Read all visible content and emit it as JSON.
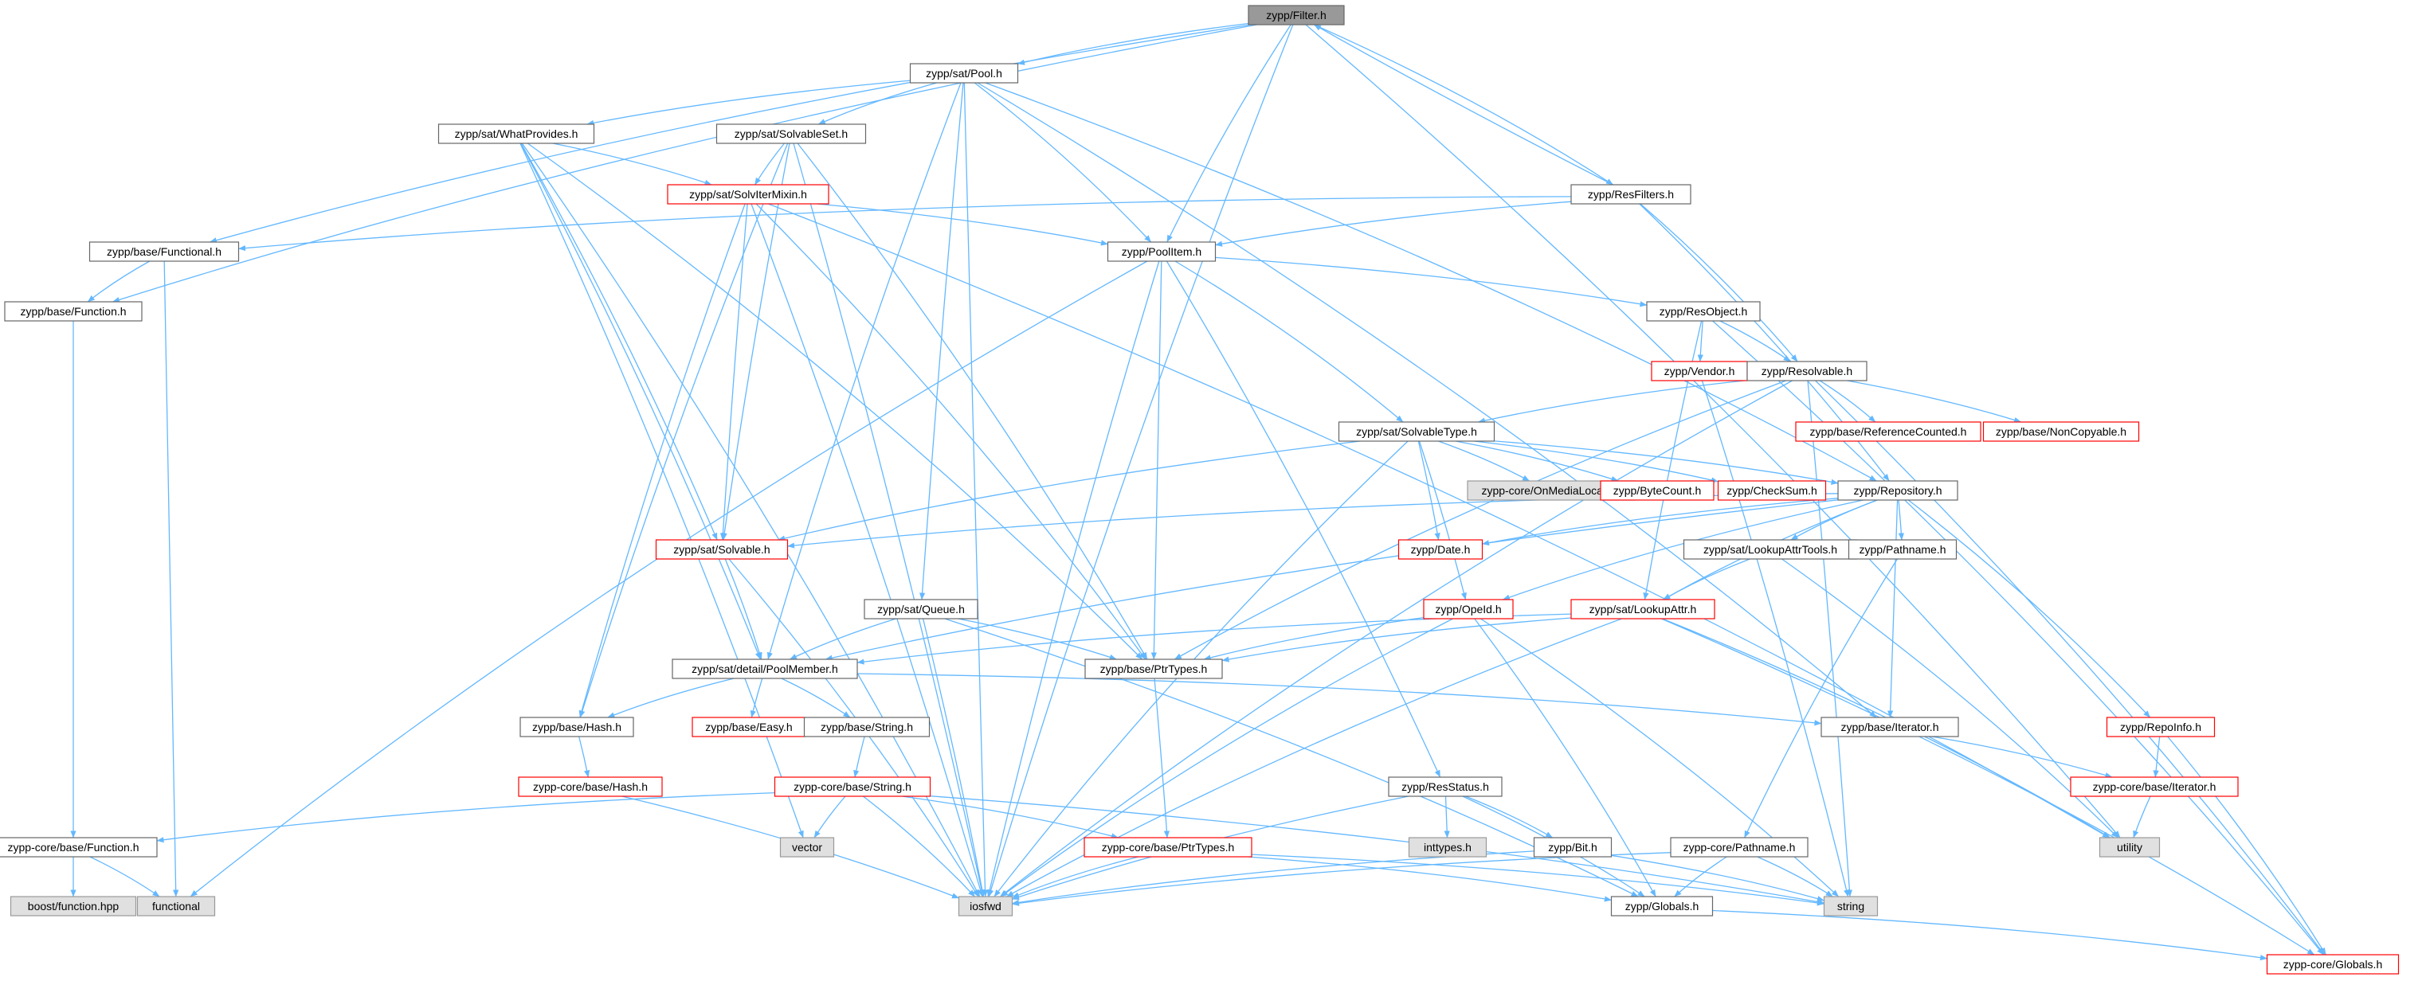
{
  "colors": {
    "edge": "#63b8ff",
    "border_normal": "#666666",
    "border_missing": "#ff0000",
    "fill_normal": "#ffffff",
    "fill_focus": "#999999",
    "fill_external": "#e0e0e0",
    "border_external": "#999999",
    "text": "#000000"
  },
  "nodes": [
    {
      "id": "filter",
      "label": "zypp/Filter.h",
      "kind": "focus"
    },
    {
      "id": "pool",
      "label": "zypp/sat/Pool.h",
      "kind": "normal"
    },
    {
      "id": "whatprov",
      "label": "zypp/sat/WhatProvides.h",
      "kind": "normal"
    },
    {
      "id": "solvset",
      "label": "zypp/sat/SolvableSet.h",
      "kind": "normal"
    },
    {
      "id": "soliter",
      "label": "zypp/sat/SolvIterMixin.h",
      "kind": "missing"
    },
    {
      "id": "resfilters",
      "label": "zypp/ResFilters.h",
      "kind": "normal"
    },
    {
      "id": "functional",
      "label": "zypp/base/Functional.h",
      "kind": "normal"
    },
    {
      "id": "poolitem",
      "label": "zypp/PoolItem.h",
      "kind": "normal"
    },
    {
      "id": "function",
      "label": "zypp/base/Function.h",
      "kind": "normal"
    },
    {
      "id": "resobject",
      "label": "zypp/ResObject.h",
      "kind": "normal"
    },
    {
      "id": "vendor",
      "label": "zypp/Vendor.h",
      "kind": "missing"
    },
    {
      "id": "resolvable",
      "label": "zypp/Resolvable.h",
      "kind": "normal"
    },
    {
      "id": "solvtype",
      "label": "zypp/sat/SolvableType.h",
      "kind": "normal"
    },
    {
      "id": "refcount",
      "label": "zypp/base/ReferenceCounted.h",
      "kind": "missing"
    },
    {
      "id": "noncopy",
      "label": "zypp/base/NonCopyable.h",
      "kind": "missing"
    },
    {
      "id": "onmedia",
      "label": "zypp-core/OnMediaLocation",
      "kind": "external"
    },
    {
      "id": "bytecount",
      "label": "zypp/ByteCount.h",
      "kind": "missing"
    },
    {
      "id": "checksum",
      "label": "zypp/CheckSum.h",
      "kind": "missing"
    },
    {
      "id": "repository",
      "label": "zypp/Repository.h",
      "kind": "normal"
    },
    {
      "id": "solvable",
      "label": "zypp/sat/Solvable.h",
      "kind": "missing"
    },
    {
      "id": "date",
      "label": "zypp/Date.h",
      "kind": "missing"
    },
    {
      "id": "lookuptools",
      "label": "zypp/sat/LookupAttrTools.h",
      "kind": "normal"
    },
    {
      "id": "pathname",
      "label": "zypp/Pathname.h",
      "kind": "normal"
    },
    {
      "id": "queue",
      "label": "zypp/sat/Queue.h",
      "kind": "normal"
    },
    {
      "id": "opeid",
      "label": "zypp/OpeId.h",
      "kind": "missing"
    },
    {
      "id": "lookupattr",
      "label": "zypp/sat/LookupAttr.h",
      "kind": "missing"
    },
    {
      "id": "poolmember",
      "label": "zypp/sat/detail/PoolMember.h",
      "kind": "normal"
    },
    {
      "id": "ptrtypes",
      "label": "zypp/base/PtrTypes.h",
      "kind": "normal"
    },
    {
      "id": "hash",
      "label": "zypp/base/Hash.h",
      "kind": "normal"
    },
    {
      "id": "easy",
      "label": "zypp/base/Easy.h",
      "kind": "missing"
    },
    {
      "id": "string",
      "label": "zypp/base/String.h",
      "kind": "normal"
    },
    {
      "id": "iterator",
      "label": "zypp/base/Iterator.h",
      "kind": "normal"
    },
    {
      "id": "repoinfo",
      "label": "zypp/RepoInfo.h",
      "kind": "missing"
    },
    {
      "id": "corehash",
      "label": "zypp-core/base/Hash.h",
      "kind": "missing"
    },
    {
      "id": "corestring",
      "label": "zypp-core/base/String.h",
      "kind": "missing"
    },
    {
      "id": "resstatus",
      "label": "zypp/ResStatus.h",
      "kind": "normal"
    },
    {
      "id": "coreiter",
      "label": "zypp-core/base/Iterator.h",
      "kind": "missing"
    },
    {
      "id": "corefunc",
      "label": "zypp-core/base/Function.h",
      "kind": "normal"
    },
    {
      "id": "vector",
      "label": "vector",
      "kind": "external"
    },
    {
      "id": "inttypes",
      "label": "inttypes.h",
      "kind": "external"
    },
    {
      "id": "utility",
      "label": "utility",
      "kind": "external"
    },
    {
      "id": "coreptr",
      "label": "zypp-core/base/PtrTypes.h",
      "kind": "missing"
    },
    {
      "id": "bit",
      "label": "zypp/Bit.h",
      "kind": "normal"
    },
    {
      "id": "corepath",
      "label": "zypp-core/Pathname.h",
      "kind": "normal"
    },
    {
      "id": "boostfunc",
      "label": "boost/function.hpp",
      "kind": "external"
    },
    {
      "id": "functionalstd",
      "label": "functional",
      "kind": "external"
    },
    {
      "id": "iosfwd",
      "label": "iosfwd",
      "kind": "external"
    },
    {
      "id": "stringstd",
      "label": "string",
      "kind": "external"
    },
    {
      "id": "globals",
      "label": "zypp/Globals.h",
      "kind": "normal"
    },
    {
      "id": "coreglobals",
      "label": "zypp-core/Globals.h",
      "kind": "missing"
    }
  ],
  "edges": [
    [
      "filter",
      "pool"
    ],
    [
      "filter",
      "resfilters"
    ],
    [
      "filter",
      "poolitem"
    ],
    [
      "filter",
      "functional"
    ],
    [
      "filter",
      "function"
    ],
    [
      "filter",
      "iosfwd"
    ],
    [
      "filter",
      "utility"
    ],
    [
      "pool",
      "whatprov"
    ],
    [
      "pool",
      "solvset"
    ],
    [
      "pool",
      "queue"
    ],
    [
      "pool",
      "poolmember"
    ],
    [
      "pool",
      "repository"
    ],
    [
      "pool",
      "iosfwd"
    ],
    [
      "pool",
      "poolitem"
    ],
    [
      "pool",
      "iterator"
    ],
    [
      "whatprov",
      "soliter"
    ],
    [
      "whatprov",
      "solvable"
    ],
    [
      "whatprov",
      "poolmember"
    ],
    [
      "whatprov",
      "ptrtypes"
    ],
    [
      "whatprov",
      "iosfwd"
    ],
    [
      "whatprov",
      "vector"
    ],
    [
      "solvset",
      "soliter"
    ],
    [
      "solvset",
      "solvable"
    ],
    [
      "solvset",
      "ptrtypes"
    ],
    [
      "solvset",
      "hash"
    ],
    [
      "solvset",
      "iosfwd"
    ],
    [
      "soliter",
      "solvable"
    ],
    [
      "soliter",
      "poolitem"
    ],
    [
      "soliter",
      "ptrtypes"
    ],
    [
      "soliter",
      "hash"
    ],
    [
      "soliter",
      "iosfwd"
    ],
    [
      "soliter",
      "utility"
    ],
    [
      "resfilters",
      "filter"
    ],
    [
      "resfilters",
      "functional"
    ],
    [
      "resfilters",
      "poolitem"
    ],
    [
      "resfilters",
      "resolvable"
    ],
    [
      "resfilters",
      "repository"
    ],
    [
      "functional",
      "function"
    ],
    [
      "functional",
      "functionalstd"
    ],
    [
      "function",
      "corefunc"
    ],
    [
      "poolitem",
      "resobject"
    ],
    [
      "poolitem",
      "solvtype"
    ],
    [
      "poolitem",
      "ptrtypes"
    ],
    [
      "poolitem",
      "resstatus"
    ],
    [
      "poolitem",
      "iosfwd"
    ],
    [
      "poolitem",
      "functionalstd"
    ],
    [
      "resobject",
      "resolvable"
    ],
    [
      "resobject",
      "vendor"
    ],
    [
      "resobject",
      "lookupattr"
    ],
    [
      "resobject",
      "coreglobals"
    ],
    [
      "vendor",
      "stringstd"
    ],
    [
      "resolvable",
      "solvtype"
    ],
    [
      "resolvable",
      "refcount"
    ],
    [
      "resolvable",
      "noncopy"
    ],
    [
      "resolvable",
      "ptrtypes"
    ],
    [
      "resolvable",
      "iosfwd"
    ],
    [
      "resolvable",
      "coreglobals"
    ],
    [
      "resolvable",
      "stringstd"
    ],
    [
      "solvtype",
      "solvable"
    ],
    [
      "solvtype",
      "onmedia"
    ],
    [
      "solvtype",
      "bytecount"
    ],
    [
      "solvtype",
      "checksum"
    ],
    [
      "solvtype",
      "date"
    ],
    [
      "solvtype",
      "opeid"
    ],
    [
      "solvtype",
      "repository"
    ],
    [
      "solvtype",
      "iosfwd"
    ],
    [
      "repository",
      "solvable"
    ],
    [
      "repository",
      "pathname"
    ],
    [
      "repository",
      "lookuptools"
    ],
    [
      "repository",
      "lookupattr"
    ],
    [
      "repository",
      "opeid"
    ],
    [
      "repository",
      "date"
    ],
    [
      "repository",
      "repoinfo"
    ],
    [
      "repository",
      "iterator"
    ],
    [
      "repository",
      "poolmember"
    ],
    [
      "lookuptools",
      "lookupattr"
    ],
    [
      "lookuptools",
      "utility"
    ],
    [
      "pathname",
      "corepath"
    ],
    [
      "solvable",
      "poolmember"
    ],
    [
      "solvable",
      "iosfwd"
    ],
    [
      "queue",
      "poolmember"
    ],
    [
      "queue",
      "ptrtypes"
    ],
    [
      "queue",
      "iosfwd"
    ],
    [
      "queue",
      "globals"
    ],
    [
      "opeid",
      "ptrtypes"
    ],
    [
      "opeid",
      "iosfwd"
    ],
    [
      "opeid",
      "stringstd"
    ],
    [
      "opeid",
      "globals"
    ],
    [
      "lookupattr",
      "poolmember"
    ],
    [
      "lookupattr",
      "ptrtypes"
    ],
    [
      "lookupattr",
      "iosfwd"
    ],
    [
      "lookupattr",
      "coreglobals"
    ],
    [
      "lookupattr",
      "utility"
    ],
    [
      "poolmember",
      "hash"
    ],
    [
      "poolmember",
      "easy"
    ],
    [
      "poolmember",
      "string"
    ],
    [
      "poolmember",
      "iterator"
    ],
    [
      "ptrtypes",
      "coreptr"
    ],
    [
      "hash",
      "corehash"
    ],
    [
      "string",
      "corestring"
    ],
    [
      "iterator",
      "coreiter"
    ],
    [
      "repoinfo",
      "coreiter"
    ],
    [
      "repoinfo",
      "coreglobals"
    ],
    [
      "corehash",
      "iosfwd"
    ],
    [
      "corestring",
      "corefunc"
    ],
    [
      "corestring",
      "vector"
    ],
    [
      "corestring",
      "coreptr"
    ],
    [
      "corestring",
      "iosfwd"
    ],
    [
      "corestring",
      "stringstd"
    ],
    [
      "resstatus",
      "inttypes"
    ],
    [
      "resstatus",
      "bit"
    ],
    [
      "resstatus",
      "iosfwd"
    ],
    [
      "resstatus",
      "globals"
    ],
    [
      "coreiter",
      "utility"
    ],
    [
      "corefunc",
      "boostfunc"
    ],
    [
      "corefunc",
      "functionalstd"
    ],
    [
      "coreptr",
      "iosfwd"
    ],
    [
      "coreptr",
      "globals"
    ],
    [
      "coreptr",
      "stringstd"
    ],
    [
      "bit",
      "iosfwd"
    ],
    [
      "bit",
      "stringstd"
    ],
    [
      "corepath",
      "iosfwd"
    ],
    [
      "corepath",
      "stringstd"
    ],
    [
      "corepath",
      "globals"
    ],
    [
      "globals",
      "coreglobals"
    ]
  ]
}
